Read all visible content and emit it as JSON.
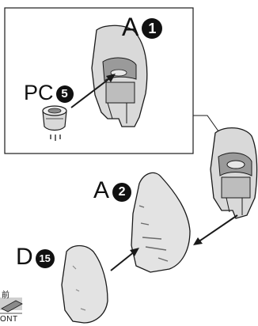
{
  "labels": {
    "a1_letter": "A",
    "a1_number": "1",
    "pc5_letter": "PC",
    "pc5_number": "5",
    "a2_letter": "A",
    "a2_number": "2",
    "d15_letter": "D",
    "d15_number": "15"
  },
  "front_badge": {
    "kanji": "前",
    "text": "ONT"
  },
  "colors": {
    "line": "#1a1a1a",
    "part_fill": "#d9d9d9",
    "part_shade": "#9a9a9a",
    "badge_bg": "#cfcfcf"
  }
}
